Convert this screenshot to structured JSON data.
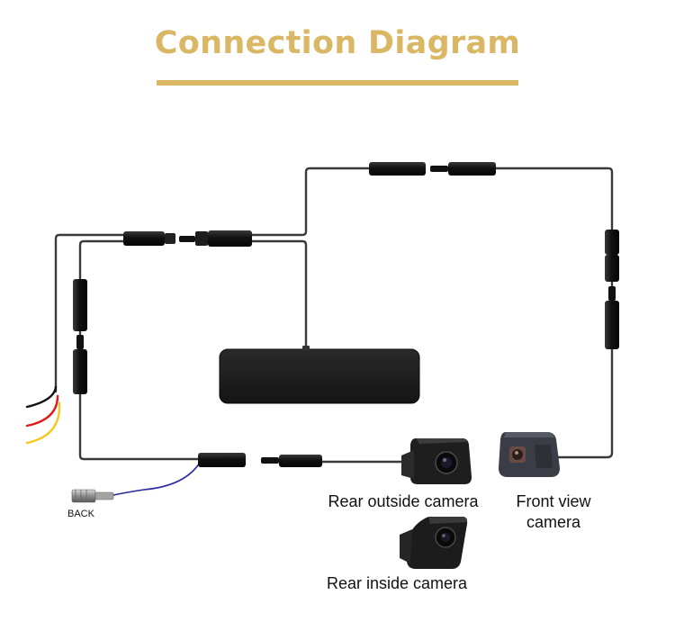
{
  "title": "Connection Diagram",
  "labels": {
    "back": "BACK",
    "rear_outside_camera": "Rear outside camera",
    "front_view_camera_line1": "Front view",
    "front_view_camera_line2": "camera",
    "rear_inside_camera": "Rear inside camera"
  },
  "colors": {
    "title": "#d9b765",
    "cable": "#3a3a3a",
    "connector": "#151515",
    "mirror": "#1c1c1c",
    "wire_black": "#111111",
    "wire_red": "#e01818",
    "wire_yellow": "#f3c818",
    "wire_blue": "#2a2aa0"
  }
}
